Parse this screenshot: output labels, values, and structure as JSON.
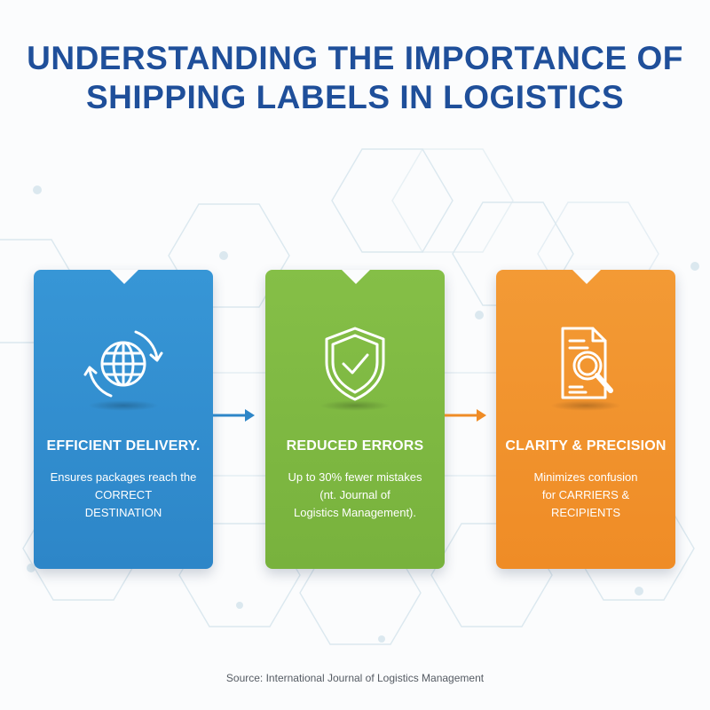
{
  "title": {
    "line1": "UNDERSTANDING THE IMPORTANCE OF",
    "line2": "SHIPPING LABELS IN LOGISTICS"
  },
  "colors": {
    "title": "#1f4f9a",
    "blue": "#2d86c8",
    "green": "#78b23d",
    "orange": "#ef8c26"
  },
  "cards": [
    {
      "icon": "globe-with-arrows-icon",
      "title": "EFFICIENT DELIVERY.",
      "lines": [
        "Ensures packages reach the",
        "CORRECT",
        "DESTINATION"
      ]
    },
    {
      "icon": "shield-check-icon",
      "title": "REDUCED ERRORS",
      "lines": [
        "Up to 30% fewer mistakes",
        "(nt. Journal of",
        "Logistics Management)."
      ]
    },
    {
      "icon": "document-magnifier-icon",
      "title": "CLARITY & PRECISION",
      "lines": [
        "Minimizes confusion",
        "for CARRIERS &",
        "RECIPIENTS"
      ]
    }
  ],
  "source": "Source: International Journal of Logistics Management"
}
